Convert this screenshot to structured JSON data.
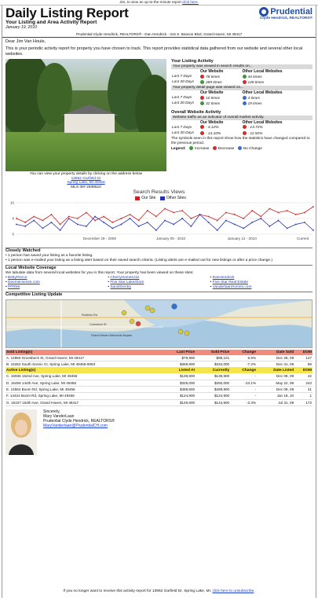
{
  "top_note": {
    "text": "Jim, to view an up-to-the-minute report ",
    "link": "click here."
  },
  "header": {
    "title": "Daily Listing Report",
    "subtitle": "Your Listing and Area Activity Report",
    "date": "January 19, 2010",
    "logo_word": "Prudential",
    "logo_agent": "Clyde Hendrick, REALTORS®",
    "agent_line": "Prudential Clyde Hendrick, REALTORS® - Dan Hendrick - 415 S. Beacon Blvd. Grand Haven, MI 49417"
  },
  "greeting": "Dear Jim Van Houle,",
  "intro": "This is your periodic activity report for property you have chosen to track. This report provides statistical data gathered from our website and several other local websites.",
  "property": {
    "caption": "You can view your property details by clicking on the address below",
    "address1": "13962 Garfield Dr",
    "address2": "Spring Lake, MI 49456",
    "mls": "MLS ID# 2939510"
  },
  "activity": {
    "title": "Your Listing Activity",
    "search_bar": "Your property was viewed in search results on...",
    "col_our": "Our Website",
    "col_other": "Other Local Websites",
    "search_rows": [
      {
        "label": "Last 7 Days",
        "our": "78 times",
        "other": "44 times",
        "our_trend": "down",
        "other_trend": "up"
      },
      {
        "label": "Last 30 Days",
        "our": "289 times",
        "other": "148 times",
        "our_trend": "up",
        "other_trend": "down"
      }
    ],
    "detail_bar": "Your property detail page was viewed on...",
    "detail_rows": [
      {
        "label": "Last 7 Days",
        "our": "10 times",
        "other": "4 times",
        "our_trend": "down",
        "other_trend": "nc"
      },
      {
        "label": "Last 30 Days",
        "our": "32 times",
        "other": "19 times",
        "our_trend": "up",
        "other_trend": "nc"
      }
    ],
    "overall_title": "Overall Website Activity",
    "overall_bar": "Website traffic as an indicator of overall market activity.",
    "overall_rows": [
      {
        "label": "Last 7 Days",
        "our": "- 4.12%",
        "other": "- 13.72%",
        "our_trend": "down",
        "other_trend": "down"
      },
      {
        "label": "Last 30 Days",
        "our": "- 13.10%",
        "other": "- 11.92%",
        "our_trend": "down",
        "other_trend": "down"
      }
    ],
    "symbols_note": "The symbols seen in this report show how the statistics have changed compared to the previous period.",
    "legend_label": "Legend:",
    "legend_increase": "Increase",
    "legend_decrease": "Decrease",
    "legend_nochange": "No Change"
  },
  "chart_data": {
    "type": "line",
    "title": "Search Results Views",
    "series": [
      {
        "name": "Our Site",
        "color": "#cc1f1f",
        "values": [
          8,
          6,
          9,
          7,
          10,
          5,
          9,
          8,
          11,
          7,
          9,
          6,
          8,
          10,
          7,
          12,
          9,
          13,
          11,
          12,
          8,
          10,
          9,
          7,
          11,
          10,
          8,
          12,
          9,
          13,
          11,
          12,
          10,
          11,
          14
        ]
      },
      {
        "name": "Other Sites",
        "color": "#2431b8",
        "values": [
          5,
          4,
          7,
          3,
          6,
          2,
          8,
          5,
          4,
          9,
          6,
          3,
          5,
          8,
          4,
          6,
          2,
          7,
          5,
          8,
          4,
          10,
          6,
          2,
          7,
          5,
          3,
          6,
          8,
          4,
          7,
          3,
          5,
          6,
          2
        ]
      }
    ],
    "x_labels": [
      "December 29 - 2009",
      "January 05 - 2010",
      "January 12 - 2010",
      "Current"
    ],
    "y_ticks": [
      0,
      8,
      16
    ],
    "ylim": [
      0,
      16
    ]
  },
  "closely": {
    "title": "Closely Watched",
    "line1": "• 1 person has saved your listing as a favorite listing.",
    "line2": "• 1 person was e-mailed your listing as a listing alert based on their saved search criteria. (Listing alerts are e-mailed out for new listings or after a price change.)"
  },
  "coverage": {
    "title": "Local Website Coverage",
    "intro": "We tabulate data from several local websites for you in this report. Your property has been viewed on these sites:",
    "sites": [
      "BettyPierce",
      "CherryHomes.biz",
      "DanHendrick",
      "DeemsHomes.com",
      "Five Star Lakeshore",
      "Five Star Real Estate",
      "PPRMI",
      "SandiGentry",
      "VanderlaanHomes.com"
    ]
  },
  "competitive": {
    "title": "Competitive Listing Update"
  },
  "map": {
    "label1": "Grand Haven Memorial Airpark",
    "label2": "Robbins Rd",
    "label3": "Comstock St"
  },
  "sold": {
    "headers": [
      "Sold Listing(s)",
      "Last Price",
      "Sold Price",
      "Change",
      "Date Sold",
      "DOM"
    ],
    "rows": [
      [
        "A. 14960 Groesbeck St, Grand Haven, MI 49417",
        "$79,900",
        "$85,101",
        "6.5%",
        "Dec 28, 09",
        "147"
      ],
      [
        "B. 15262 South Scenic Ct, Spring Lake, MI 49456-9083",
        "$359,900",
        "$334,000",
        "-7.2%",
        "Dec 31, 09",
        "59"
      ]
    ]
  },
  "active": {
    "headers": [
      "Active Listing(s)",
      "Listed At",
      "Currently",
      "Change",
      "Date Listed",
      "DOM"
    ],
    "rows": [
      [
        "C. 15936 152nd Ave, Spring Lake, MI 49456",
        "$139,900",
        "$139,900",
        "-",
        "Dec 08, 09",
        "42"
      ],
      [
        "D. 15456 144th Ave, Spring Lake, MI 49456",
        "$325,000",
        "$250,000",
        "-23.1%",
        "May 22, 09",
        "242"
      ],
      [
        "E. 14564 Boom Rd, Spring Lake, MI 49456",
        "$499,900",
        "$499,900",
        "-",
        "Dec 09, 09",
        "41"
      ],
      [
        "F. 14424 Boom Rd, Spring Lake, MI 49456",
        "$124,900",
        "$124,900",
        "-",
        "Jan 18, 10",
        "1"
      ],
      [
        "G. 15107 154th Ave, Grand Haven, MI 49417",
        "$149,900",
        "$144,900",
        "-3.3%",
        "Jul 31, 09",
        "172"
      ]
    ]
  },
  "signature": {
    "closing": "Sincerely,",
    "name": "Mary VanderLaan",
    "company": "Prudential Clyde Hendrick, REALTORS®",
    "email": "MaryVanderlaan@PrudentialCH.com"
  },
  "footer": {
    "text": "If you no longer want to receive this activity report for 13962 Garfield Dr, Spring Lake, MI, ",
    "link": "click here to unsubscribe"
  }
}
